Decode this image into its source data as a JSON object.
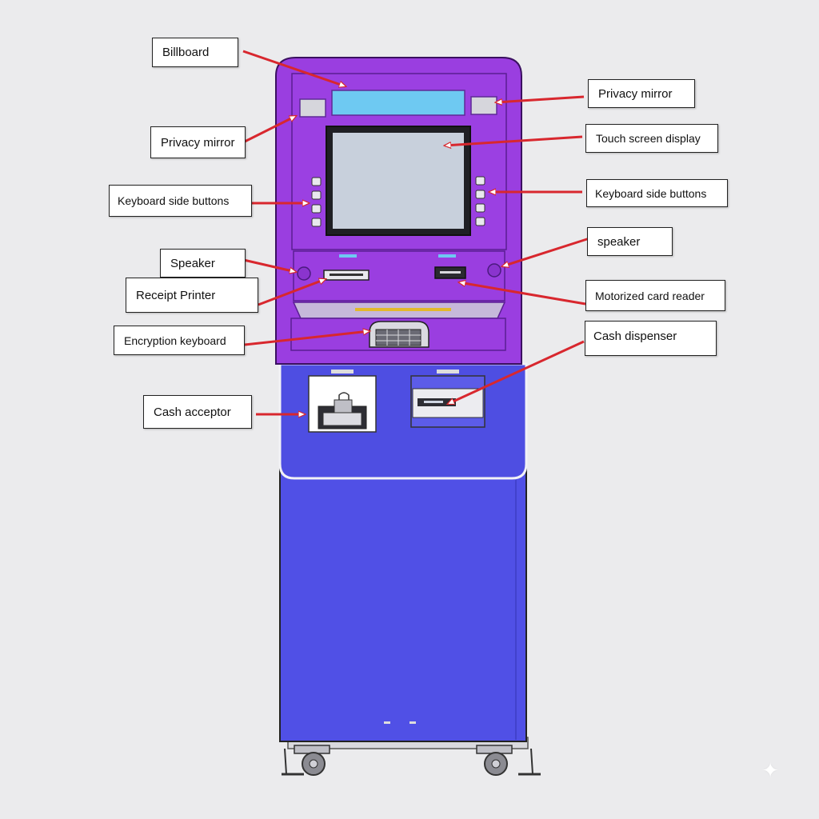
{
  "colors": {
    "background": "#ebebed",
    "upper_panel": "#9a3ee0",
    "upper_panel_dark": "#7a2bb8",
    "lower_cabinet": "#5050e6",
    "lower_cabinet_dark": "#3d3dc4",
    "billboard": "#6ec9f2",
    "screen": "#c8d0dc",
    "leader": "#d8272e"
  },
  "labels": {
    "billboard": "Billboard",
    "privacy_mirror_left": "Privacy mirror",
    "privacy_mirror_right": "Privacy mirror",
    "touch_screen": "Touch screen display",
    "keyboard_side_buttons_left": "Keyboard side buttons",
    "keyboard_side_buttons_right": "Keyboard side buttons",
    "speaker_left": "Speaker",
    "speaker_right": "speaker",
    "receipt_printer": "Receipt Printer",
    "motorized_card_reader": "Motorized card reader",
    "encryption_keyboard": "Encryption keyboard",
    "cash_dispenser": "Cash dispenser",
    "cash_acceptor": "Cash acceptor"
  },
  "icons": {
    "watermark": "sparkle-icon"
  }
}
